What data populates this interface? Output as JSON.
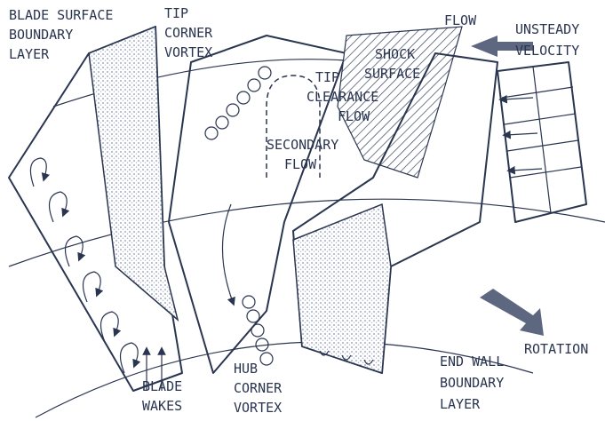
{
  "labels": {
    "blade_surface_boundary_layer": [
      "BLADE SURFACE",
      "BOUNDARY",
      "LAYER"
    ],
    "tip_corner_vortex": [
      "TIP",
      "CORNER",
      "VORTEX"
    ],
    "tip_clearance_flow": [
      "TIP",
      "CLEARANCE",
      "FLOW"
    ],
    "secondary_flow": [
      "SECONDARY",
      "FLOW"
    ],
    "shock_surface": [
      "SHOCK",
      "SURFACE"
    ],
    "flow": [
      "FLOW"
    ],
    "unsteady_velocity": [
      "UNSTEADY",
      "VELOCITY"
    ],
    "rotation": [
      "ROTATION"
    ],
    "blade_wakes": [
      "BLADE",
      "WAKES"
    ],
    "hub_corner_vortex": [
      "HUB",
      "CORNER",
      "VORTEX"
    ],
    "end_wall_boundary_layer": [
      "END WALL",
      "BOUNDARY",
      "LAYER"
    ]
  },
  "colors": {
    "ink": "#2a3550",
    "shading": "#8a95b0",
    "arrow": "#5d6880"
  }
}
